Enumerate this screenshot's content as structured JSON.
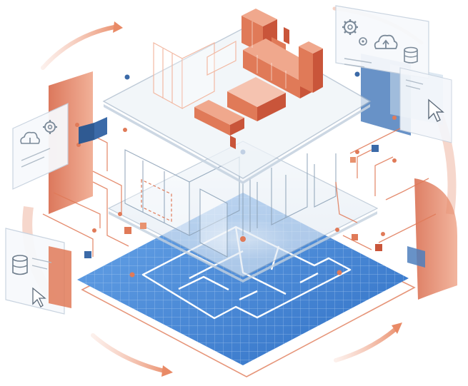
{
  "colors": {
    "accent": "#e07a58",
    "accent_dark": "#c9553a",
    "blueprint": "#3f82d6",
    "blueprint_light": "#a9ccf2",
    "glass": "#dbe7f3",
    "slate": "#3b6aa8"
  },
  "icons": {
    "top_right_panel": [
      "gear-icon",
      "cloud-upload-icon",
      "database-icon"
    ],
    "left_panel": [
      "cloud-icon",
      "gear-icon"
    ],
    "bottom_left_panel": [
      "database-icon",
      "cursor-icon"
    ],
    "right_panel": [
      "database-icon",
      "cursor-icon"
    ]
  },
  "layers": [
    "furniture",
    "walls",
    "blueprint"
  ]
}
